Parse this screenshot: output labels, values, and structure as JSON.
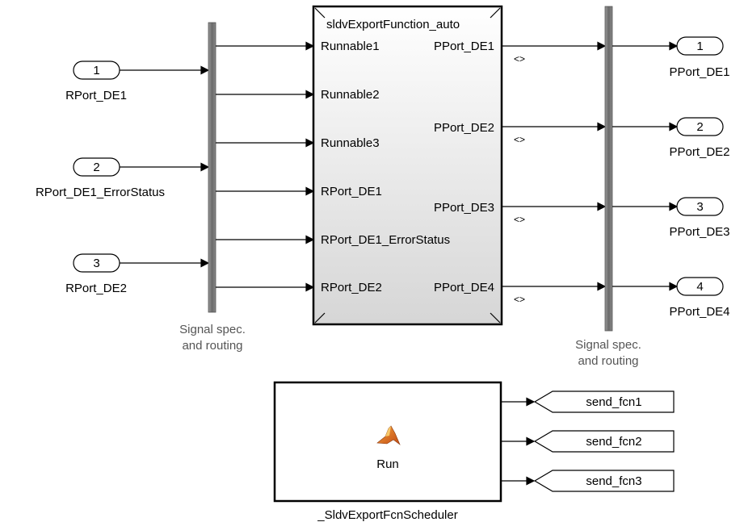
{
  "inports": [
    {
      "number": "1",
      "label": "RPort_DE1"
    },
    {
      "number": "2",
      "label": "RPort_DE1_ErrorStatus"
    },
    {
      "number": "3",
      "label": "RPort_DE2"
    }
  ],
  "outports": [
    {
      "number": "1",
      "label": "PPort_DE1"
    },
    {
      "number": "2",
      "label": "PPort_DE2"
    },
    {
      "number": "3",
      "label": "PPort_DE3"
    },
    {
      "number": "4",
      "label": "PPort_DE4"
    }
  ],
  "routing_left": {
    "line1": "Signal spec.",
    "line2": "and routing"
  },
  "routing_right": {
    "line1": "Signal spec.",
    "line2": "and routing"
  },
  "subsystem": {
    "title": "sldvExportFunction_auto",
    "inputs": [
      "Runnable1",
      "Runnable2",
      "Runnable3",
      "RPort_DE1",
      "RPort_DE1_ErrorStatus",
      "RPort_DE2"
    ],
    "outputs": [
      "PPort_DE1",
      "PPort_DE2",
      "PPort_DE3",
      "PPort_DE4"
    ]
  },
  "bus_marker": "<>",
  "scheduler": {
    "run_label": "Run",
    "name": "_SldvExportFcnScheduler",
    "icon": "matlab-logo-icon"
  },
  "goto_tags": [
    "send_fcn1",
    "send_fcn2",
    "send_fcn3"
  ],
  "colors": {
    "line": "#000000",
    "routing_bar": "#7a7a7a",
    "caption": "#555555"
  }
}
